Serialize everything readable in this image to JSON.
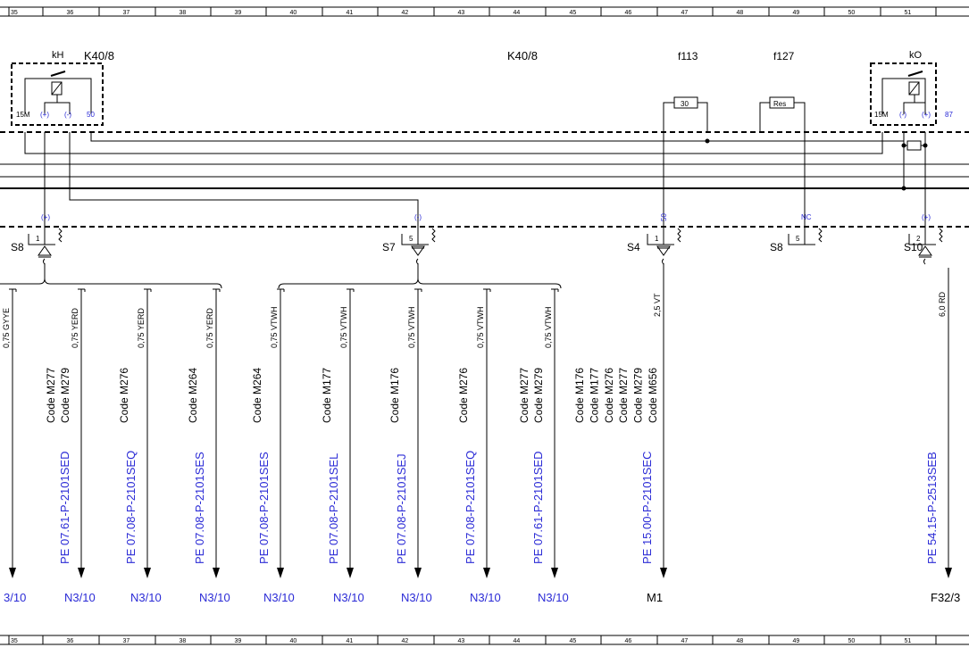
{
  "columns": [
    "35",
    "36",
    "37",
    "38",
    "39",
    "40",
    "41",
    "42",
    "43",
    "44",
    "45",
    "46",
    "47",
    "48",
    "49",
    "50",
    "51",
    ""
  ],
  "relay_left": {
    "ref": "K40/8",
    "coil": "kH",
    "pins": [
      "15M",
      "(+)",
      "(-)",
      "50"
    ]
  },
  "relay_right": {
    "coil": "kO",
    "pins": [
      "15M",
      "(-)",
      "(+)",
      "87"
    ]
  },
  "center_label": "K40/8",
  "fuses": [
    {
      "id": "f113",
      "value": "30"
    },
    {
      "id": "f127",
      "value": "Res"
    }
  ],
  "pin_marks": {
    "p1": "(+)",
    "p2": "(-)",
    "p3": "50",
    "p4": "NC",
    "p5": "(+)"
  },
  "connectors": [
    {
      "name": "S8",
      "pin": "1"
    },
    {
      "name": "S7",
      "pin": "5"
    },
    {
      "name": "S4",
      "pin": "1"
    },
    {
      "name": "S8",
      "pin": "5"
    },
    {
      "name": "S10",
      "pin": "2"
    }
  ],
  "wires": [
    {
      "spec": "0,75 GYYE",
      "codes": [],
      "ref": "",
      "dest": "3/10"
    },
    {
      "spec": "0,75 YERD",
      "codes": [
        "Code M277",
        "Code M279"
      ],
      "ref": "PE 07.61-P-2101SED",
      "dest": "N3/10"
    },
    {
      "spec": "0,75 YERD",
      "codes": [
        "Code M276"
      ],
      "ref": "PE 07.08-P-2101SEQ",
      "dest": "N3/10"
    },
    {
      "spec": "0,75 YERD",
      "codes": [
        "Code M264"
      ],
      "ref": "PE 07.08-P-2101SES",
      "dest": "N3/10"
    },
    {
      "spec": "0,75 VTWH",
      "codes": [
        "Code M264"
      ],
      "ref": "PE 07.08-P-2101SES",
      "dest": "N3/10"
    },
    {
      "spec": "0,75 VTWH",
      "codes": [
        "Code M177"
      ],
      "ref": "PE 07.08-P-2101SEL",
      "dest": "N3/10"
    },
    {
      "spec": "0,75 VTWH",
      "codes": [
        "Code M176"
      ],
      "ref": "PE 07.08-P-2101SEJ",
      "dest": "N3/10"
    },
    {
      "spec": "0,75 VTWH",
      "codes": [
        "Code M276"
      ],
      "ref": "PE 07.08-P-2101SEQ",
      "dest": "N3/10"
    },
    {
      "spec": "0,75 VTWH",
      "codes": [
        "Code M277",
        "Code M279"
      ],
      "ref": "PE 07.61-P-2101SED",
      "dest": "N3/10"
    },
    {
      "spec": "2,5 VT",
      "codes": [],
      "ref": "PE 15.00-P-2101SEC",
      "dest": "M1"
    },
    {
      "spec": "6,0 RD",
      "codes": [],
      "ref": "PE 54.15-P-2513SEB",
      "dest": "F32/3"
    }
  ],
  "code_block": [
    "Code M176",
    "Code M177",
    "Code M276",
    "Code M277",
    "Code M279",
    "Code M656"
  ]
}
